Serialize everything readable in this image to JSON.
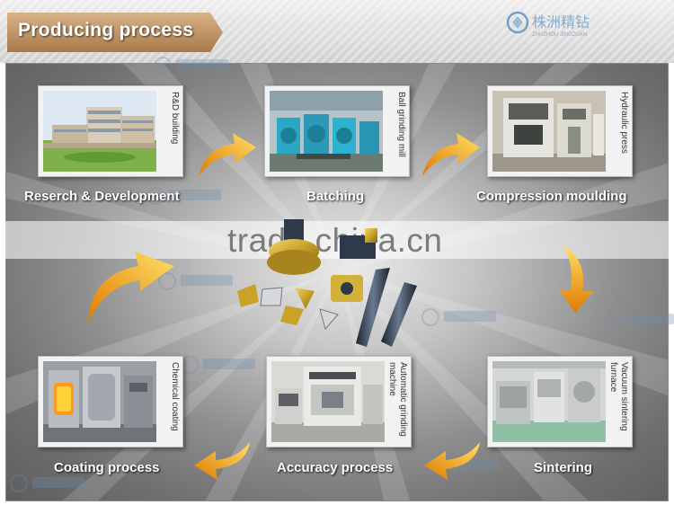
{
  "header": {
    "title": "Producing process",
    "logo_cn": "株洲精钻",
    "logo_en": "ZHUZHOU JINGZUAN"
  },
  "watermark": {
    "text": "trade.china.cn"
  },
  "steps": [
    {
      "name": "Reserch & Development",
      "photo_label": "R&D building"
    },
    {
      "name": "Batching",
      "photo_label": "Ball grinding mill"
    },
    {
      "name": "Compression moulding",
      "photo_label": "Hydraulic press"
    },
    {
      "name": "Sintering",
      "photo_label": "Vacuum sintering furnace"
    },
    {
      "name": "Accuracy process",
      "photo_label": "Automatic grinding machine"
    },
    {
      "name": "Coating process",
      "photo_label": "Chemical coating"
    }
  ],
  "colors": {
    "title_tab": "#c49a6c",
    "arrow_light": "#ffe066",
    "arrow_dark": "#e07a00",
    "tool_gold": "#c9a227",
    "tool_dark": "#2e3a4a"
  }
}
